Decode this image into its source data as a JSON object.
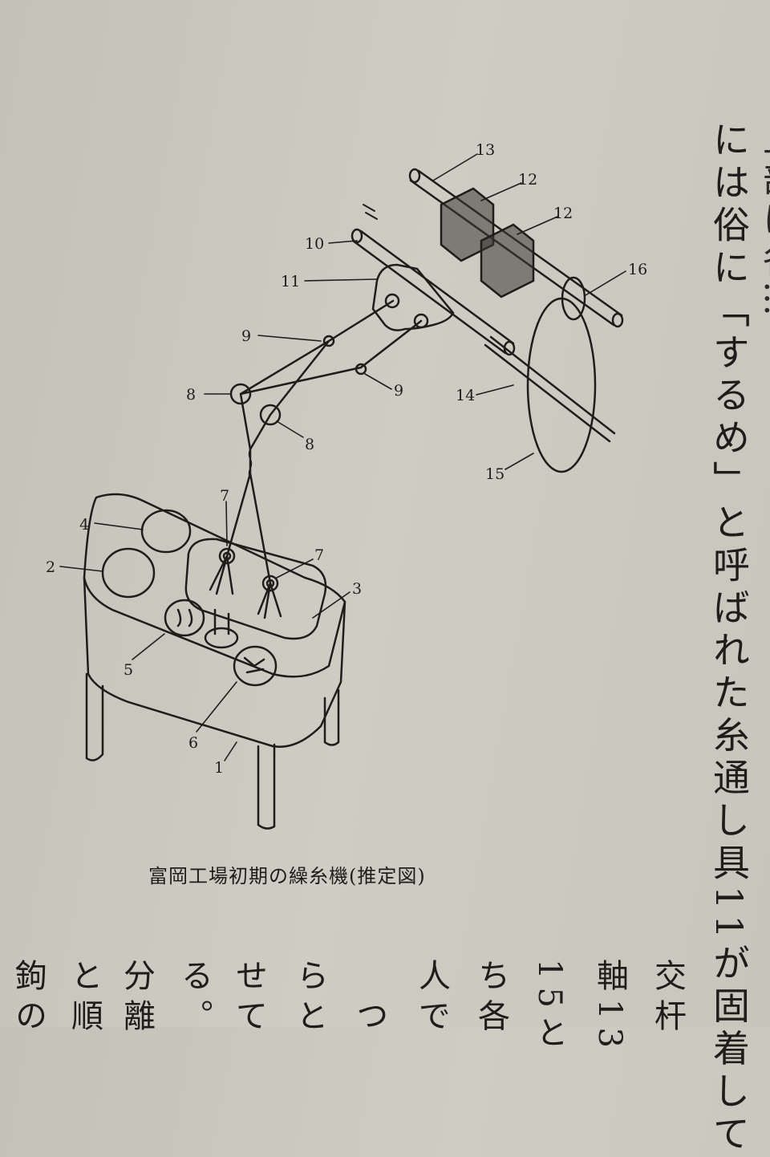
{
  "main_text": {
    "edge_column": "上部に各…",
    "column": "には俗に「するめ」と呼ばれた糸通し具11が固着して"
  },
  "figure": {
    "caption": "富岡工場初期の繰糸機(推定図)",
    "labels": {
      "l1": "1",
      "l2": "2",
      "l3": "3",
      "l4": "4",
      "l5": "5",
      "l6": "6",
      "l7a": "7",
      "l7b": "7",
      "l8a": "8",
      "l8b": "8",
      "l9a": "9",
      "l9b": "9",
      "l10": "10",
      "l11": "11",
      "l12a": "12",
      "l12b": "12",
      "l13": "13",
      "l14": "14",
      "l15": "15",
      "l16": "16"
    }
  },
  "bottom_columns": [
    "交杆",
    "軸13",
    "15と",
    "ち各",
    "人で",
    "つ",
    "らと",
    "せて",
    "る。",
    "分離",
    "と順",
    "鉤の"
  ]
}
